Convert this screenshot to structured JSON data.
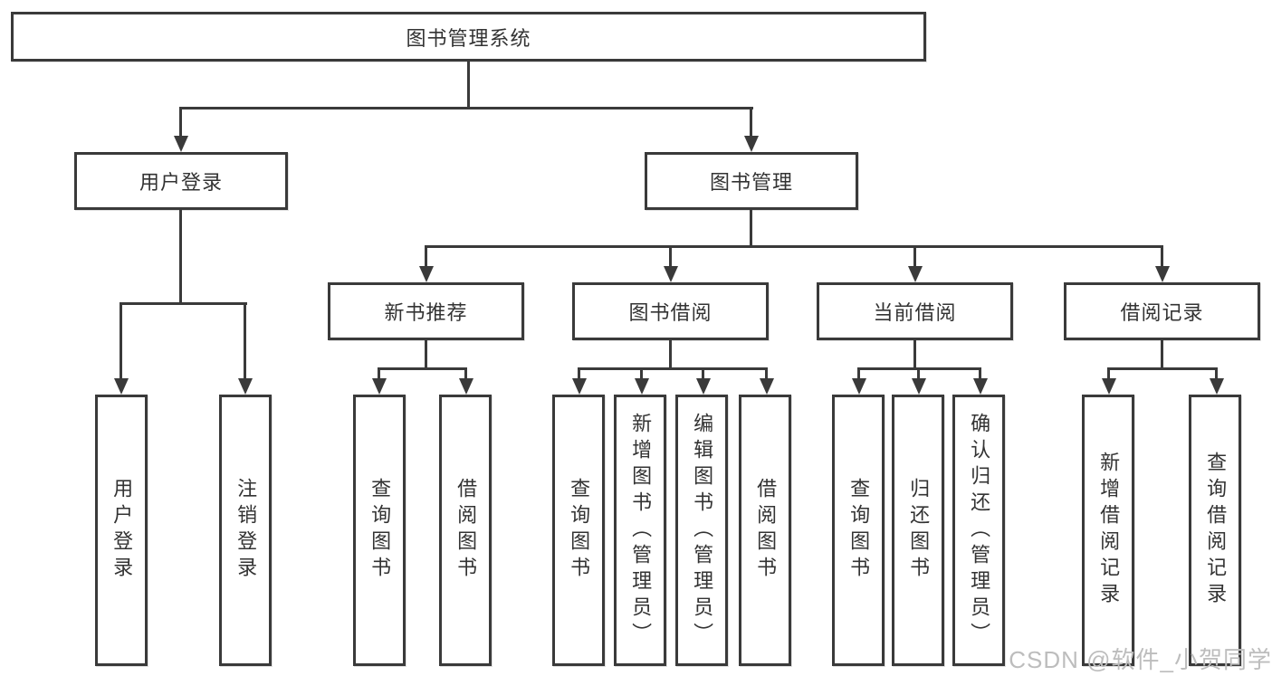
{
  "colors": {
    "line": "#3a3a3a",
    "text": "#333333",
    "background": "#ffffff",
    "watermark": "#bdbdbd"
  },
  "diagram": {
    "root": {
      "label": "图书管理系统"
    },
    "branches": {
      "user_login": {
        "label": "用户登录",
        "children": {
          "login": {
            "label": "用户登录"
          },
          "logout": {
            "label": "注销登录"
          }
        }
      },
      "book_management": {
        "label": "图书管理",
        "children": {
          "new_book_recommend": {
            "label": "新书推荐",
            "children": {
              "query": {
                "label": "查询图书"
              },
              "borrow": {
                "label": "借阅图书"
              }
            }
          },
          "book_borrow": {
            "label": "图书借阅",
            "children": {
              "query": {
                "label": "查询图书"
              },
              "add": {
                "label": "新增图书（管理员）"
              },
              "edit": {
                "label": "编辑图书（管理员）"
              },
              "borrow": {
                "label": "借阅图书"
              }
            }
          },
          "current_borrow": {
            "label": "当前借阅",
            "children": {
              "query": {
                "label": "查询图书"
              },
              "return": {
                "label": "归还图书"
              },
              "confirm": {
                "label": "确认归还（管理员）"
              }
            }
          },
          "borrow_records": {
            "label": "借阅记录",
            "children": {
              "add": {
                "label": "新增借阅记录"
              },
              "query": {
                "label": "查询借阅记录"
              }
            }
          }
        }
      }
    }
  },
  "watermark": {
    "text": "CSDN @软件_小贺同学"
  }
}
